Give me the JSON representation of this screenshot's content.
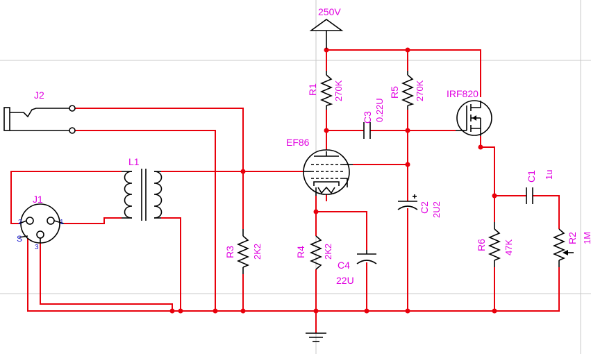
{
  "supply": {
    "label": "250V"
  },
  "jacks": {
    "j2": "J2",
    "j1": "J1",
    "j1_pin1": "1",
    "j1_pin2": "2",
    "j1_pin3": "3",
    "j1_pinS": "S"
  },
  "transformer": {
    "ref": "L1"
  },
  "tube": {
    "ref": "EF86"
  },
  "mosfet": {
    "ref": "IRF820"
  },
  "resistors": [
    {
      "ref": "R1",
      "value": "270K"
    },
    {
      "ref": "R5",
      "value": "270K"
    },
    {
      "ref": "R3",
      "value": "2K2"
    },
    {
      "ref": "R4",
      "value": "2K2"
    },
    {
      "ref": "R6",
      "value": "47K"
    },
    {
      "ref": "R2",
      "value": "1M"
    }
  ],
  "capacitors": [
    {
      "ref": "C3",
      "value": "0.22U"
    },
    {
      "ref": "C2",
      "value": "2U2"
    },
    {
      "ref": "C4",
      "value": "22U"
    },
    {
      "ref": "C1",
      "value": "1u"
    }
  ],
  "colors": {
    "wire": "#e8000b",
    "label": "#e000e0",
    "pin": "#2020d0",
    "component": "#000000",
    "grid": "#c8c8c8"
  }
}
